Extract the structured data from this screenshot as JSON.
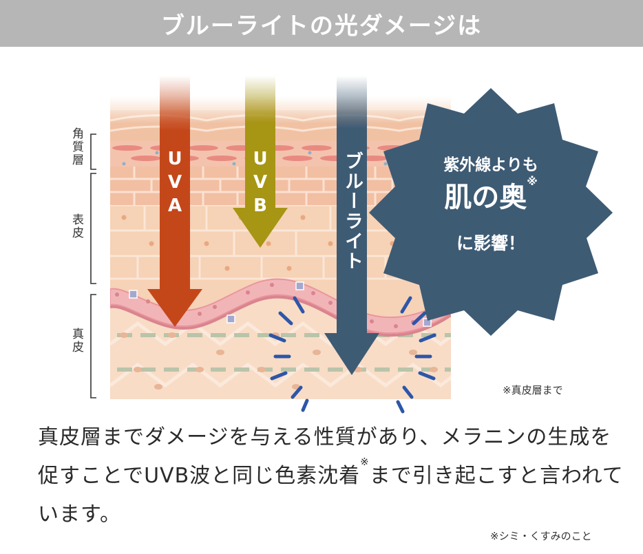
{
  "header": {
    "title": "ブルーライトの光ダメージは"
  },
  "layers": {
    "stratum_corneum": "角質層",
    "epidermis": "表皮",
    "dermis": "真皮"
  },
  "arrows": {
    "uva": "UVA",
    "uvb": "UVB",
    "blue_light": "ブルーライト"
  },
  "badge": {
    "line1": "紫外線よりも",
    "line2": "肌の奥",
    "mark": "※",
    "line3": "に影響！"
  },
  "notes": {
    "dermis_note": "※真皮層まで",
    "bottom_note": "※シミ・くすみのこと"
  },
  "body": {
    "part1": "真皮層までダメージを与える性質があり、メラニンの生成を促すことでUVB波と同じ色素沈着",
    "mark": "※",
    "part2": "まで引き起こすと言われています。"
  },
  "colors": {
    "uva": "#c4471a",
    "uvb": "#a79514",
    "blue_light": "#3e5b74",
    "badge": "#3e5b74",
    "skin": "#f6d2b6"
  }
}
